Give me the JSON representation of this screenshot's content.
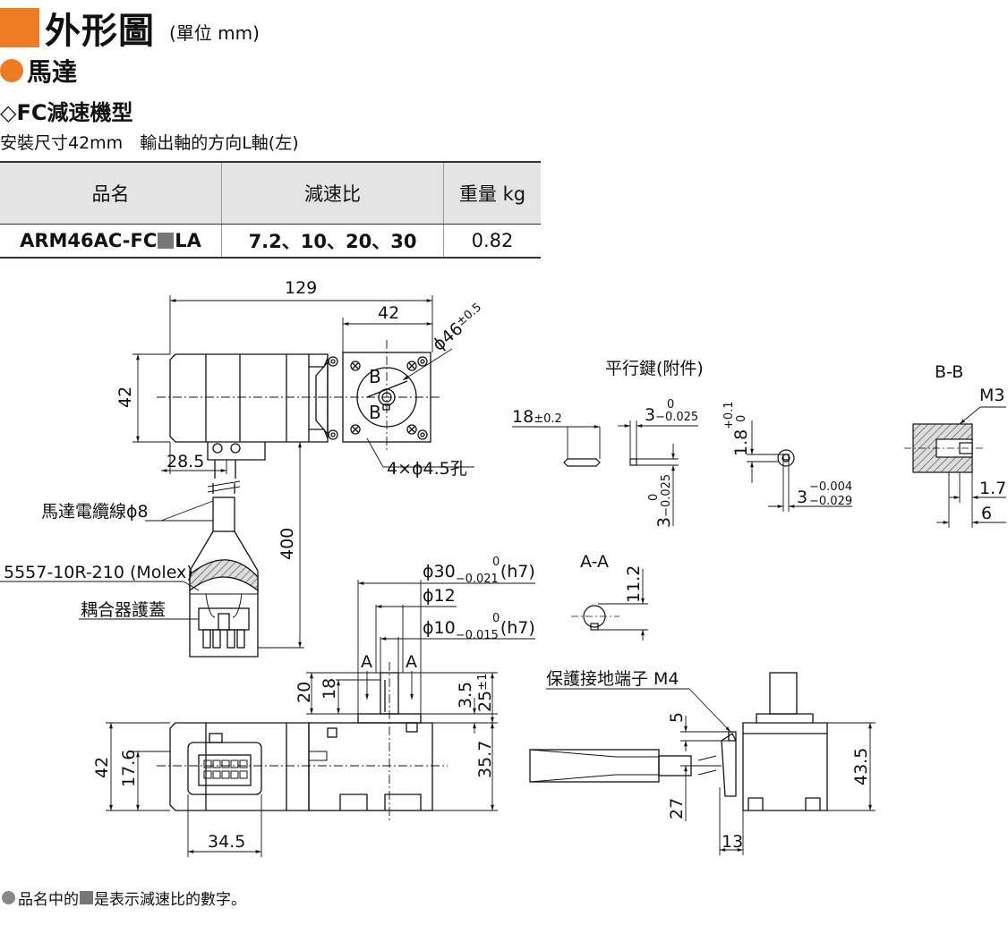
{
  "header": {
    "title": "外形圖",
    "unit": "(單位 mm)",
    "section": "馬達",
    "model_type": "◇FC減速機型",
    "mount_info": "安裝尺寸42mm　輸出軸的方向L軸(左)"
  },
  "spec_table": {
    "columns": [
      "品名",
      "減速比",
      "重量 kg"
    ],
    "rows": [
      {
        "model_prefix": "ARM46AC-FC",
        "model_suffix": "LA",
        "ratio": "7.2、10、20、30",
        "weight": "0.82"
      }
    ]
  },
  "dims": {
    "d129": "129",
    "d42top": "42",
    "phi46": "ϕ46",
    "phi46_tol": "±0.5",
    "d42left": "42",
    "secB_top": "B",
    "secB_bot": "B",
    "d28_5": "28.5",
    "holes": "4×ϕ4.5孔",
    "d400": "400",
    "phi30": "ϕ30",
    "phi30_tol_up": "0",
    "phi30_tol_dn": "−0.021",
    "phi30_fit": "(h7)",
    "phi12": "ϕ12",
    "phi10": "ϕ10",
    "phi10_tol_up": "0",
    "phi10_tol_dn": "−0.015",
    "phi10_fit": "(h7)",
    "secA_l": "A",
    "secA_r": "A",
    "d20": "20",
    "d18": "18",
    "d3_5": "3.5",
    "d25": "25",
    "d25_tol": "±1",
    "d35_7": "35.7",
    "d42side": "42",
    "d17_6": "17.6",
    "d34_5": "34.5",
    "d5": "5",
    "d27": "27",
    "d13": "13",
    "d43_5": "43.5"
  },
  "labels": {
    "motor_cable": "馬達電纜線ϕ8",
    "connector": "5557-10R-210 (Molex)",
    "coupler_cover": "耦合器護蓋",
    "ground": "保護接地端子 M4"
  },
  "key": {
    "title": "平行鍵(附件)",
    "len": "18",
    "len_tol": "±0.2",
    "w": "3",
    "w_tol_up": "0",
    "w_tol_dn": "−0.025",
    "h": "3",
    "h_tol_up": "0",
    "h_tol_dn": "−0.025"
  },
  "groove": {
    "h": "1.8",
    "h_tol_up": "+0.1",
    "h_tol_dn": "0",
    "w": "3",
    "w_tol_up": "−0.004",
    "w_tol_dn": "−0.029"
  },
  "section_aa": {
    "title": "A-A",
    "d11_2": "11.2"
  },
  "section_bb": {
    "title": "B-B",
    "thread": "M3",
    "d1_7": "1.7",
    "d6": "6"
  },
  "footnote": {
    "pre": "品名中的",
    "post": "是表示減速比的數字。"
  },
  "colors": {
    "accent": "#ee7a22",
    "table_header_bg": "#e4e4e4",
    "placeholder_square": "#777777"
  }
}
